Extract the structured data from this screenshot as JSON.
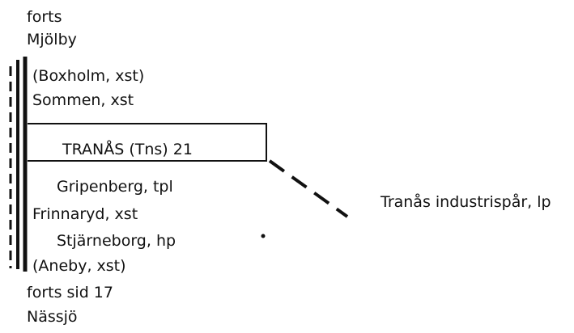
{
  "header": {
    "continued": "forts",
    "origin": "Mjölby"
  },
  "stations": [
    {
      "label": "(Boxholm, xst)"
    },
    {
      "label": "Sommen, xst"
    },
    {
      "label": "Gripenberg, tpl"
    },
    {
      "label": "Frinnaryd, xst"
    },
    {
      "label": "Stjärneborg, hp"
    },
    {
      "label": "(Aneby, xst)"
    }
  ],
  "main_station": {
    "label": "TRANÅS (Tns) 21"
  },
  "branch": {
    "label": "Tranås industrispår, lp"
  },
  "footer": {
    "continued": "forts sid 17",
    "destination": "Nässjö"
  }
}
